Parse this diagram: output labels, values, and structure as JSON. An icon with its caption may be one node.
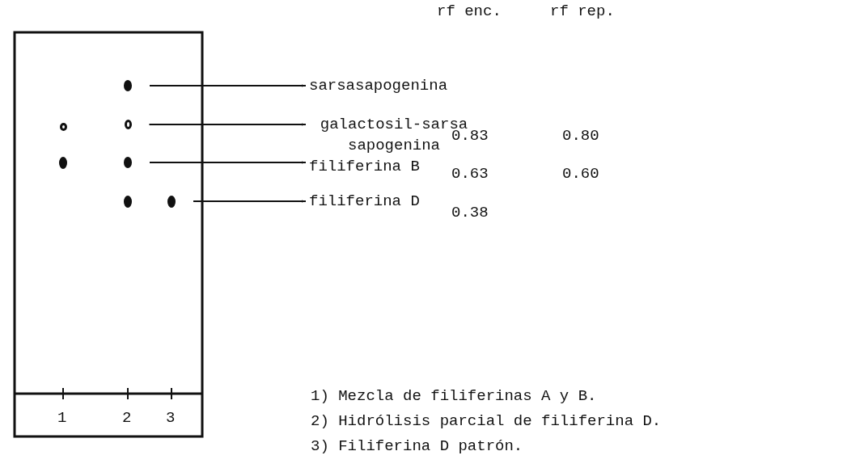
{
  "diagram": {
    "nodes": [
      {
        "text": [],
        "shape": "circle"
      },
      {
        "text": [],
        "shape": "circle"
      },
      {
        "text": [],
        "shape": "circle"
      },
      {
        "text": [],
        "shape": "circle"
      },
      {
        "text": [],
        "shape": "circle"
      },
      {
        "text": [],
        "shape": "circle"
      },
      {
        "text": [],
        "shape": "circle"
      },
      {
        "text": [
          "sarsasapogenina"
        ]
      },
      {
        "text": [
          "galactosil-sarsa sapogenina"
        ]
      },
      {
        "text": [
          "filiferina B"
        ]
      },
      {
        "text": [
          "filiferina D"
        ]
      }
    ],
    "edges": [
      {
        "from": 2,
        "to": 7,
        "arrow": "to"
      },
      {
        "from": 3,
        "to": 8,
        "arrow": "to"
      },
      {
        "from": 4,
        "to": 9,
        "arrow": "to"
      },
      {
        "from": 6,
        "to": 10,
        "arrow": "to"
      }
    ],
    "labels": [
      "rf enc.",
      "rf rep.",
      "0.83",
      "0.80",
      "0.63",
      "0.60",
      "0.38",
      "1",
      "2",
      "3",
      "1) Mezcla de filiferinas A y B.",
      "2) Hidrólisis parcial de filiferina D.",
      "3) Filiferina D patrón."
    ]
  }
}
